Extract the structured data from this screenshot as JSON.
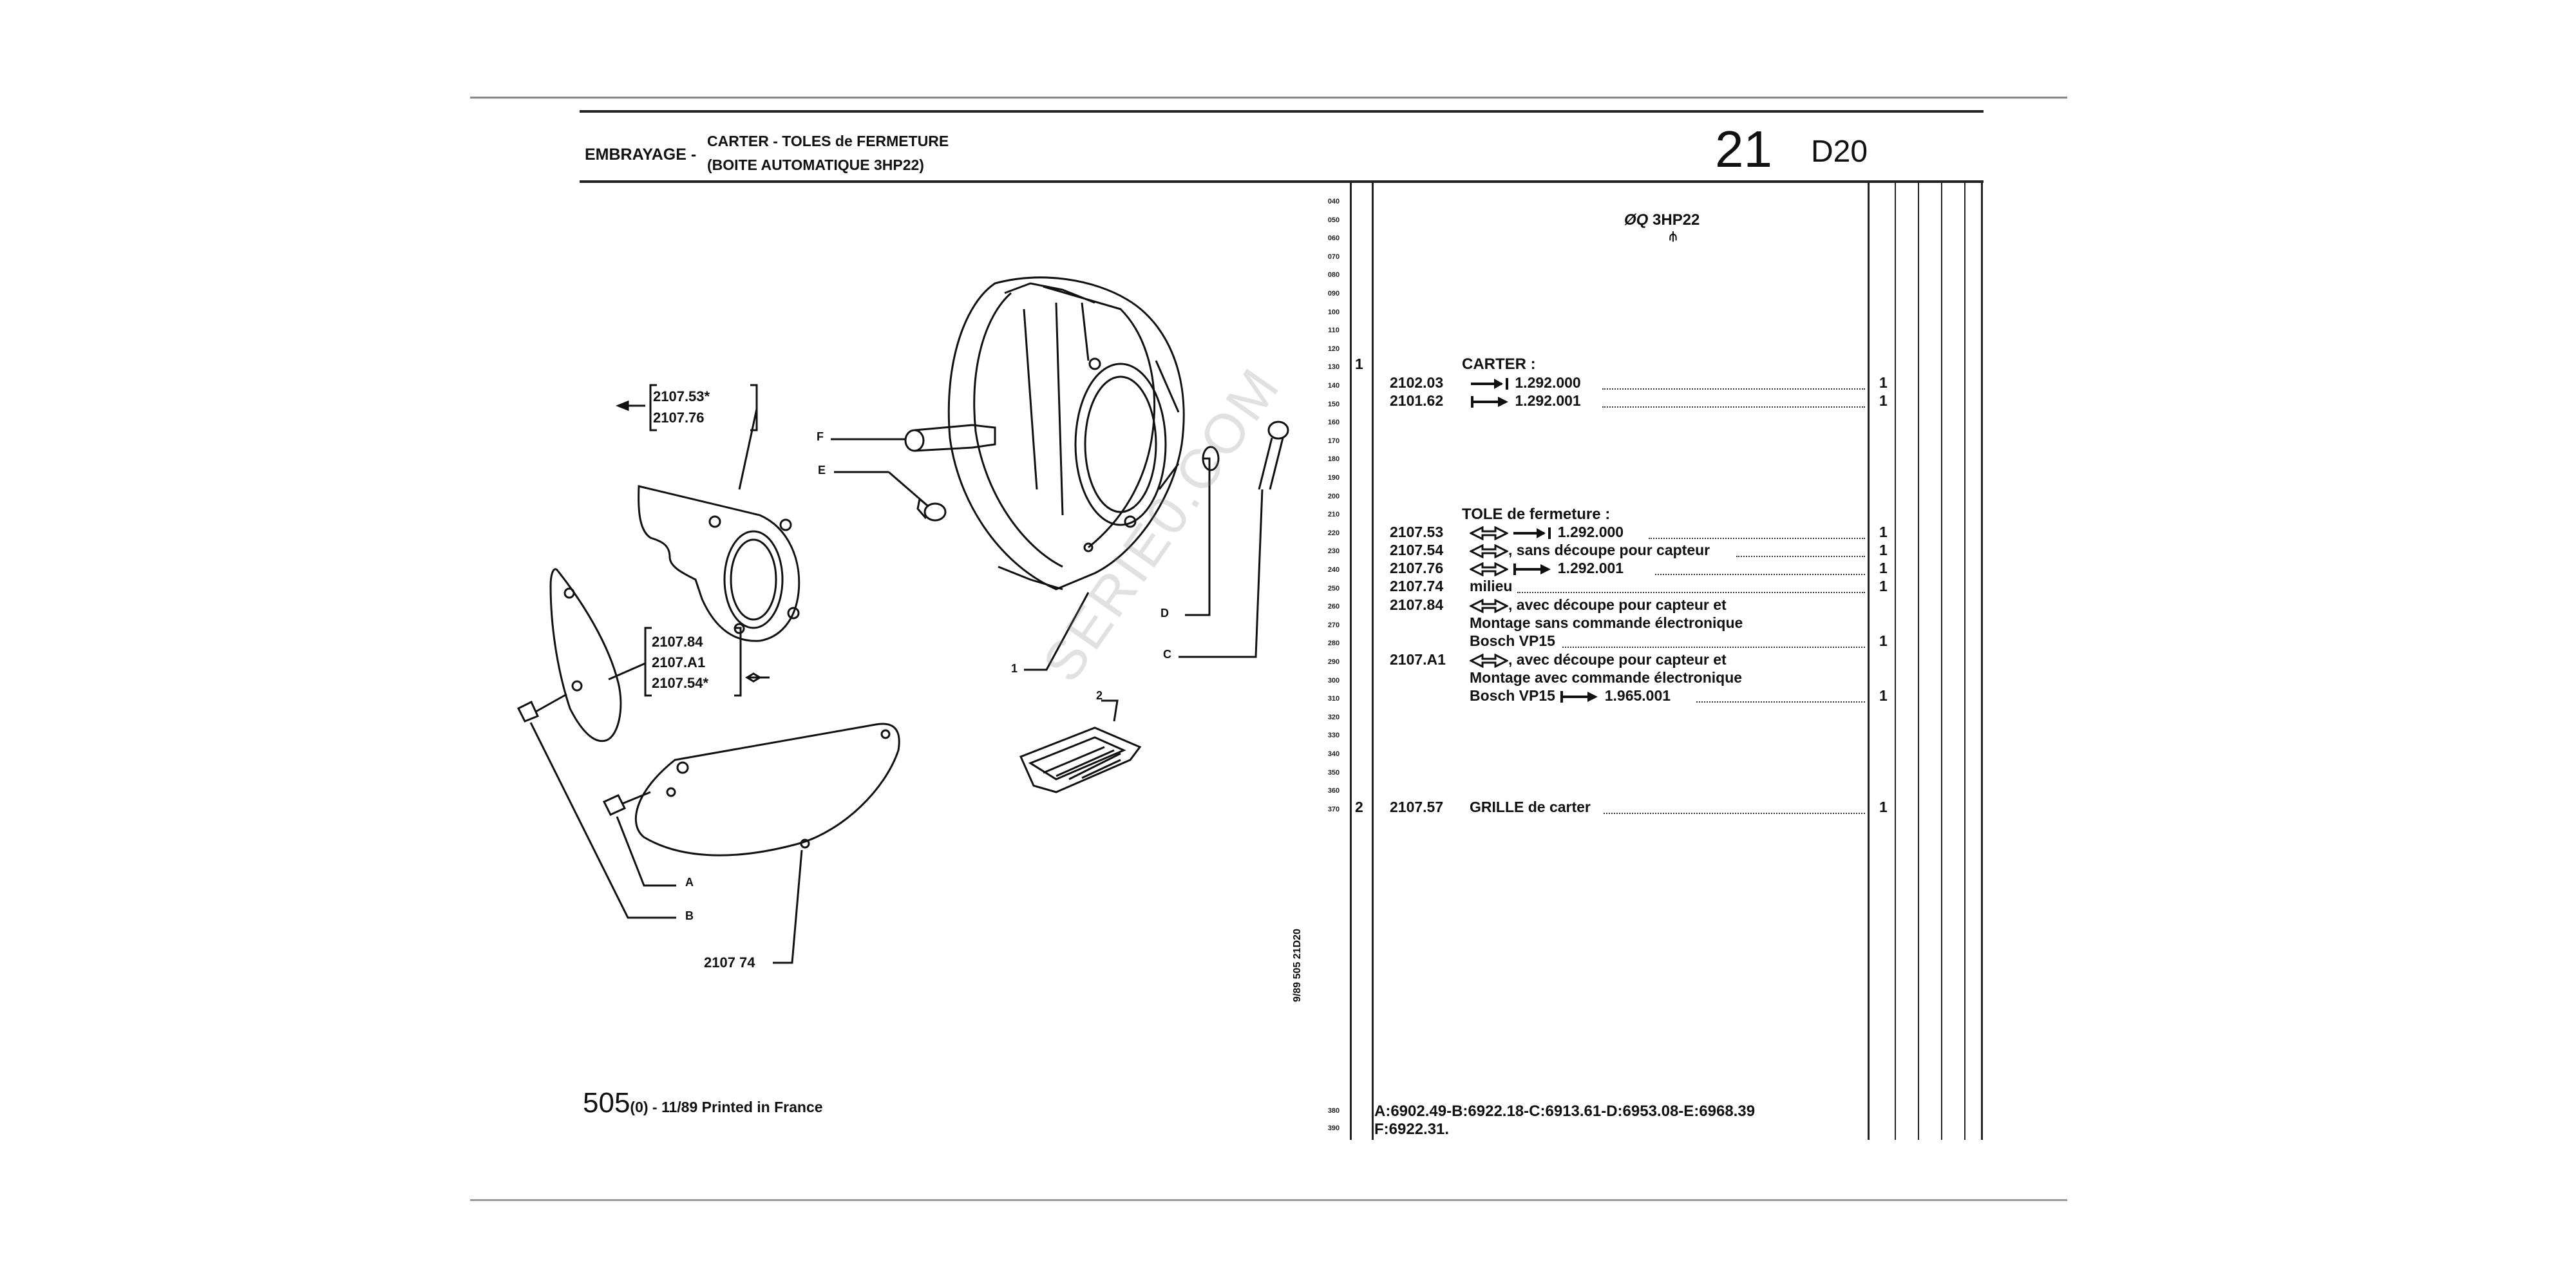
{
  "header": {
    "section": "EMBRAYAGE -",
    "title_line1": "CARTER - TOLES de FERMETURE",
    "title_line2": "(BOITE AUTOMATIQUE 3HP22)",
    "group_number": "21",
    "model_code": "D20"
  },
  "diagram": {
    "box_top": [
      "2107.53*",
      "2107.76"
    ],
    "box_mid": [
      "2107.84",
      "2107.A1",
      "2107.54*"
    ],
    "letters": [
      "F",
      "E",
      "D",
      "C",
      "A",
      "B"
    ],
    "item_1": "1",
    "item_2": "2",
    "part_label_bottom": "2107 74",
    "watermark": "SERIE0.COM"
  },
  "row_numbers": [
    "040",
    "050",
    "060",
    "070",
    "080",
    "090",
    "100",
    "110",
    "120",
    "130",
    "140",
    "150",
    "160",
    "170",
    "180",
    "190",
    "200",
    "210",
    "220",
    "230",
    "240",
    "250",
    "260",
    "270",
    "280",
    "290",
    "300",
    "310",
    "320",
    "330",
    "340",
    "350",
    "360",
    "370"
  ],
  "row_numbers_bottom": [
    "380",
    "390"
  ],
  "variant": {
    "label": "3HP22"
  },
  "parts": {
    "carter": {
      "item": "1",
      "title": "CARTER :",
      "lines": [
        {
          "pn": "2102.03",
          "ref": "1.292.000",
          "qty": "1"
        },
        {
          "pn": "2101.62",
          "ref": "1.292.001",
          "qty": "1"
        }
      ]
    },
    "tole": {
      "title": "TOLE de fermeture :",
      "lines": [
        {
          "pn": "2107.53",
          "ref": "1.292.000",
          "qty": "1"
        },
        {
          "pn": "2107.54",
          "ref": ", sans découpe pour capteur",
          "qty": "1"
        },
        {
          "pn": "2107.76",
          "ref": "1.292.001",
          "qty": "1"
        },
        {
          "pn": "2107.74",
          "ref": "milieu",
          "qty": "1"
        }
      ],
      "p2107_84": {
        "pn": "2107.84",
        "l1": ", avec découpe pour capteur et",
        "l2": "Montage sans commande électronique",
        "l3": "Bosch VP15",
        "qty": "1"
      },
      "p2107_A1": {
        "pn": "2107.A1",
        "l1": ", avec découpe pour capteur et",
        "l2": "Montage avec commande électronique",
        "l3": "Bosch VP15",
        "l3_ref": "1.965.001",
        "qty": "1"
      }
    },
    "grille": {
      "item": "2",
      "pn": "2107.57",
      "desc": "GRILLE de carter",
      "qty": "1"
    }
  },
  "footnote": {
    "line1": "A:6902.49-B:6922.18-C:6913.61-D:6953.08-E:6968.39",
    "line2": "F:6922.31."
  },
  "side_code": "9/89  505  21D20",
  "footer": {
    "page": "505",
    "suffix": "(0) - 11/89 Printed in France"
  }
}
